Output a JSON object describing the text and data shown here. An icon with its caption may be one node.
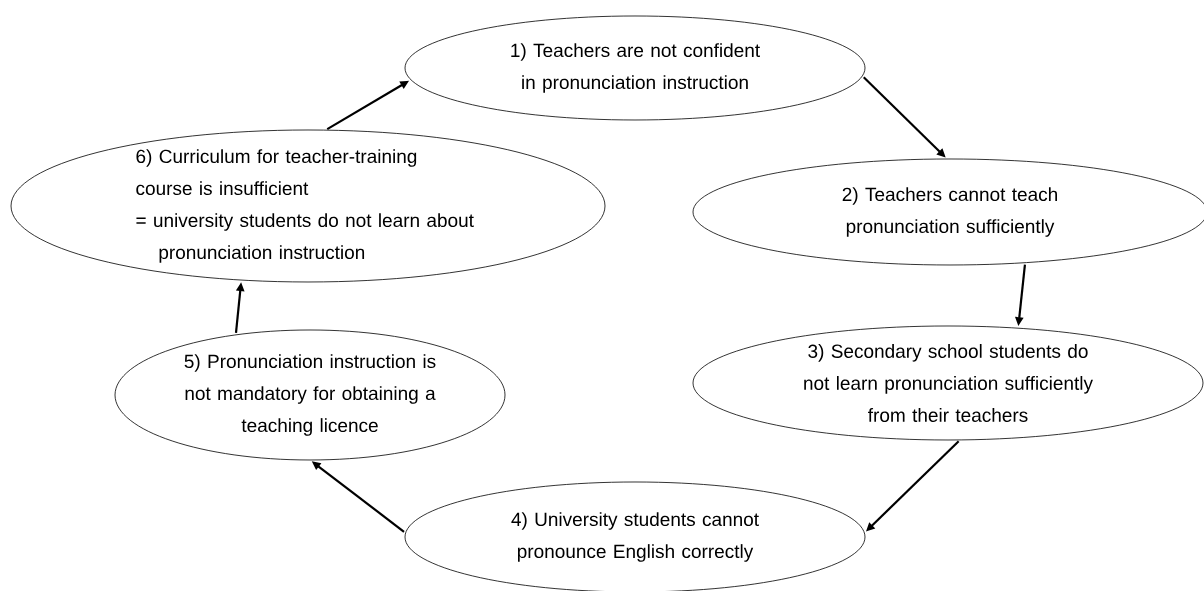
{
  "diagram": {
    "nodes": [
      {
        "text": [
          "1) Teachers are not confident in pronunciation instruction"
        ]
      },
      {
        "text": [
          "2) Teachers cannot teach pronunciation sufficiently"
        ]
      },
      {
        "text": [
          "3) Secondary school students do not learn pronunciation sufficiently from their teachers"
        ]
      },
      {
        "text": [
          "4) University students cannot pronounce English correctly"
        ]
      },
      {
        "text": [
          "5) Pronunciation instruction is not mandatory for obtaining a teaching licence"
        ]
      },
      {
        "text": [
          "6) Curriculum for teacher-training course is insufficient",
          "= university students do not learn about pronunciation instruction"
        ]
      }
    ],
    "edges": [
      {
        "from": 0,
        "to": 1,
        "arrow": "to"
      },
      {
        "from": 1,
        "to": 2,
        "arrow": "to"
      },
      {
        "from": 2,
        "to": 3,
        "arrow": "to"
      },
      {
        "from": 3,
        "to": 4,
        "arrow": "to"
      },
      {
        "from": 4,
        "to": 5,
        "arrow": "to"
      },
      {
        "from": 5,
        "to": 0,
        "arrow": "to"
      }
    ]
  }
}
